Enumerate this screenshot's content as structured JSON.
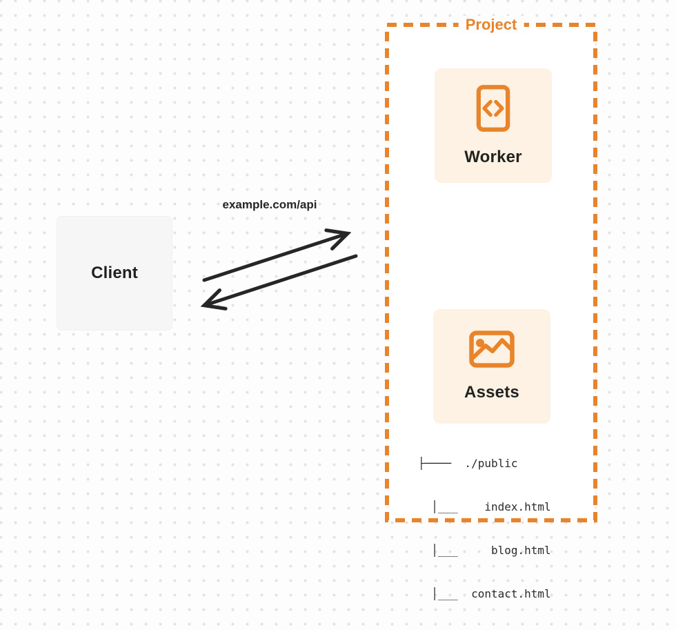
{
  "diagram": {
    "client": {
      "label": "Client"
    },
    "connection": {
      "label": "example.com/api",
      "request_arrow": "client-to-project",
      "response_arrow": "project-to-client"
    },
    "project": {
      "title": "Project",
      "worker": {
        "label": "Worker",
        "icon": "code-file-icon"
      },
      "assets": {
        "label": "Assets",
        "icon": "image-icon"
      },
      "file_tree": {
        "root": "./public",
        "files": [
          "index.html",
          "blog.html",
          "contact.html"
        ],
        "lines": [
          "├────  ./public",
          "  │___    index.html",
          "  │___     blog.html",
          "  │___  contact.html"
        ]
      }
    },
    "colors": {
      "accent_orange": "#E8842B",
      "card_cream": "#FDF2E3",
      "client_gray": "#F6F6F6",
      "ink": "#262626"
    }
  }
}
